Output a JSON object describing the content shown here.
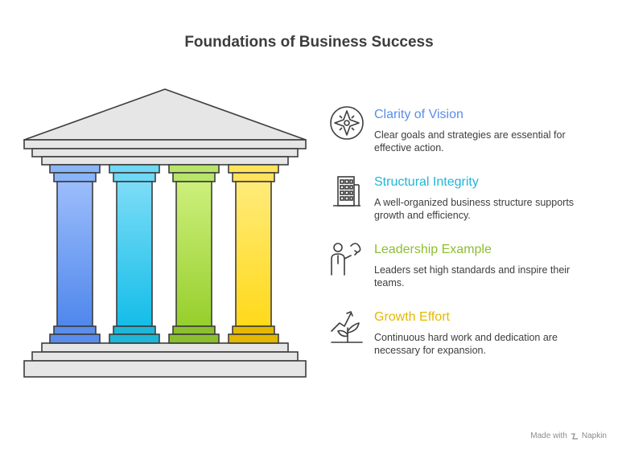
{
  "title": "Foundations of Business Success",
  "pillars": [
    {
      "heading": "Clarity of Vision",
      "description": "Clear goals and strategies are essential for effective action.",
      "color": "#5b8dea",
      "light": "#8ab4f8",
      "icon": "compass-icon"
    },
    {
      "heading": "Structural Integrity",
      "description": "A well-organized business structure supports growth and efficiency.",
      "color": "#1fb6d8",
      "light": "#6ed8f5",
      "icon": "building-icon"
    },
    {
      "heading": "Leadership Example",
      "description": "Leaders set high standards and inspire their teams.",
      "color": "#8cbf2f",
      "light": "#b9e46a",
      "icon": "leader-icon"
    },
    {
      "heading": "Growth Effort",
      "description": "Continuous hard work and dedication are necessary for expansion.",
      "color": "#e3b800",
      "light": "#ffe35c",
      "icon": "growth-plant-icon"
    }
  ],
  "footer": {
    "made_with": "Made with",
    "brand": "Napkin"
  }
}
